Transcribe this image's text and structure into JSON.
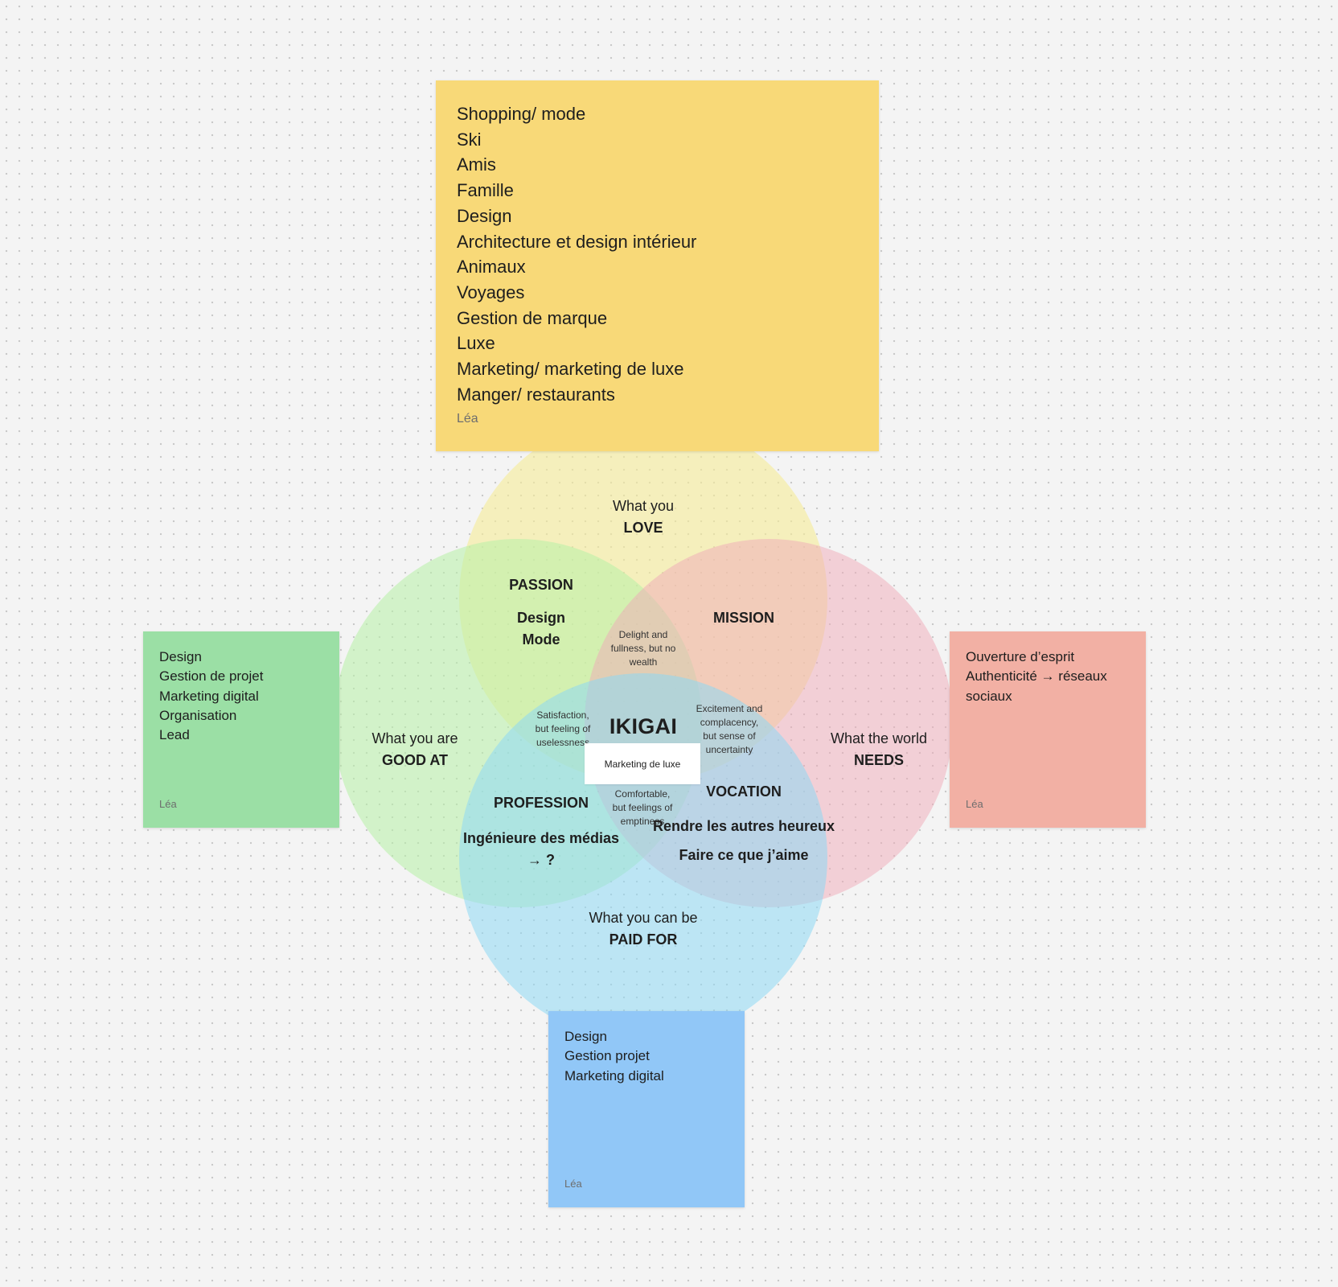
{
  "stickies": {
    "love": {
      "lines": [
        "Shopping/ mode",
        "Ski",
        "Amis",
        "Famille",
        "Design",
        "Architecture et design intérieur",
        "Animaux",
        "Voyages",
        "Gestion de marque",
        "Luxe",
        "Marketing/ marketing de luxe",
        "Manger/ restaurants"
      ],
      "author": "Léa",
      "color": "#f8d978"
    },
    "good_at": {
      "lines": [
        "Design",
        "Gestion de projet",
        "Marketing digital",
        "Organisation",
        "Lead"
      ],
      "author": "Léa",
      "color": "#9bdfa5"
    },
    "needs": {
      "lines": [
        "Ouverture d’esprit",
        "Authenticité → réseaux",
        "sociaux"
      ],
      "author": "Léa",
      "color": "#f2b0a4"
    },
    "paid": {
      "lines": [
        "Design",
        "Gestion projet",
        "Marketing digital"
      ],
      "author": "Léa",
      "color": "#91c7f7"
    }
  },
  "circles": {
    "love": {
      "line1": "What you",
      "line2": "LOVE",
      "color": "#f5ec9a"
    },
    "good_at": {
      "line1": "What you are",
      "line2": "GOOD AT",
      "color": "#c4f2b8"
    },
    "needs": {
      "line1": "What the world",
      "line2": "NEEDS",
      "color": "#efbfca"
    },
    "paid": {
      "line1": "What you can be",
      "line2": "PAID FOR",
      "color": "#a9e2f6"
    }
  },
  "zones": {
    "passion": {
      "title": "PASSION",
      "items": [
        "Design",
        "Mode"
      ]
    },
    "mission": {
      "title": "MISSION"
    },
    "profession": {
      "title": "PROFESSION",
      "items": [
        "Ingénieure des médias",
        "→ ?"
      ]
    },
    "vocation": {
      "title": "VOCATION",
      "items": [
        "Rendre les autres heureux",
        "Faire ce que j’aime"
      ]
    }
  },
  "notes": {
    "delight": [
      "Delight and",
      "fullness, but no",
      "wealth"
    ],
    "satisfaction": [
      "Satisfaction,",
      "but feeling of",
      "uselessness"
    ],
    "excitement": [
      "Excitement and",
      "complacency,",
      "but sense of",
      "uncertainty"
    ],
    "comfortable": [
      "Comfortable,",
      "but feelings of",
      "emptiness"
    ]
  },
  "center": {
    "title": "IKIGAI",
    "box": "Marketing de luxe"
  }
}
